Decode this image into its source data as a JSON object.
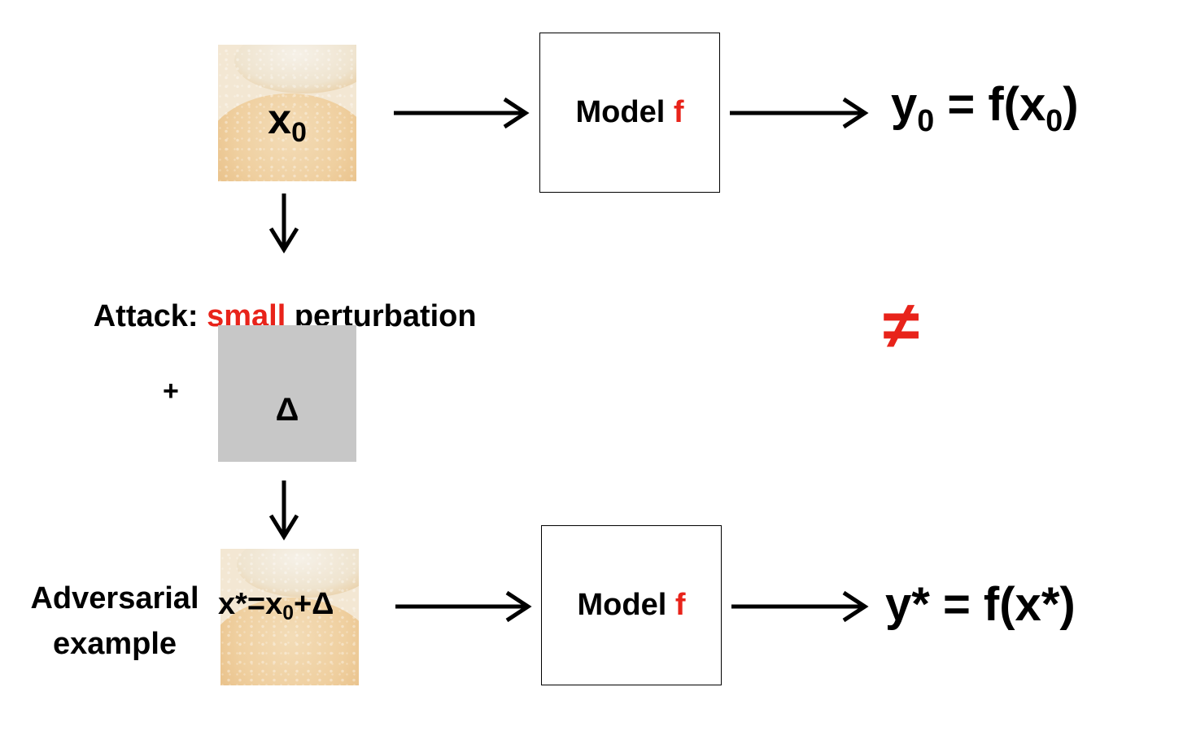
{
  "input_image": {
    "label_main": "x",
    "label_sub": "0"
  },
  "model_top": {
    "text": "Model ",
    "f": "f"
  },
  "output_top": {
    "y": "y",
    "y_sub": "0",
    "rest_1": " = f(x",
    "x_sub": "0",
    "rest_2": ")"
  },
  "attack_label": {
    "prefix": "Attack: ",
    "highlight": "small",
    "suffix": " perturbation"
  },
  "plus_sign": "+",
  "perturbation": {
    "label": "Δ"
  },
  "not_equal_symbol": "≠",
  "adversarial_label": {
    "line1": "Adversarial",
    "line2": "example"
  },
  "adversarial_image": {
    "part1": "x*=x",
    "sub": "0",
    "part2": "+Δ"
  },
  "model_bottom": {
    "text": "Model ",
    "f": "f"
  },
  "output_bottom": {
    "text": "y* = f(x*)"
  },
  "colors": {
    "accent_red": "#e8231a",
    "delta_gray": "#c7c7c7"
  }
}
